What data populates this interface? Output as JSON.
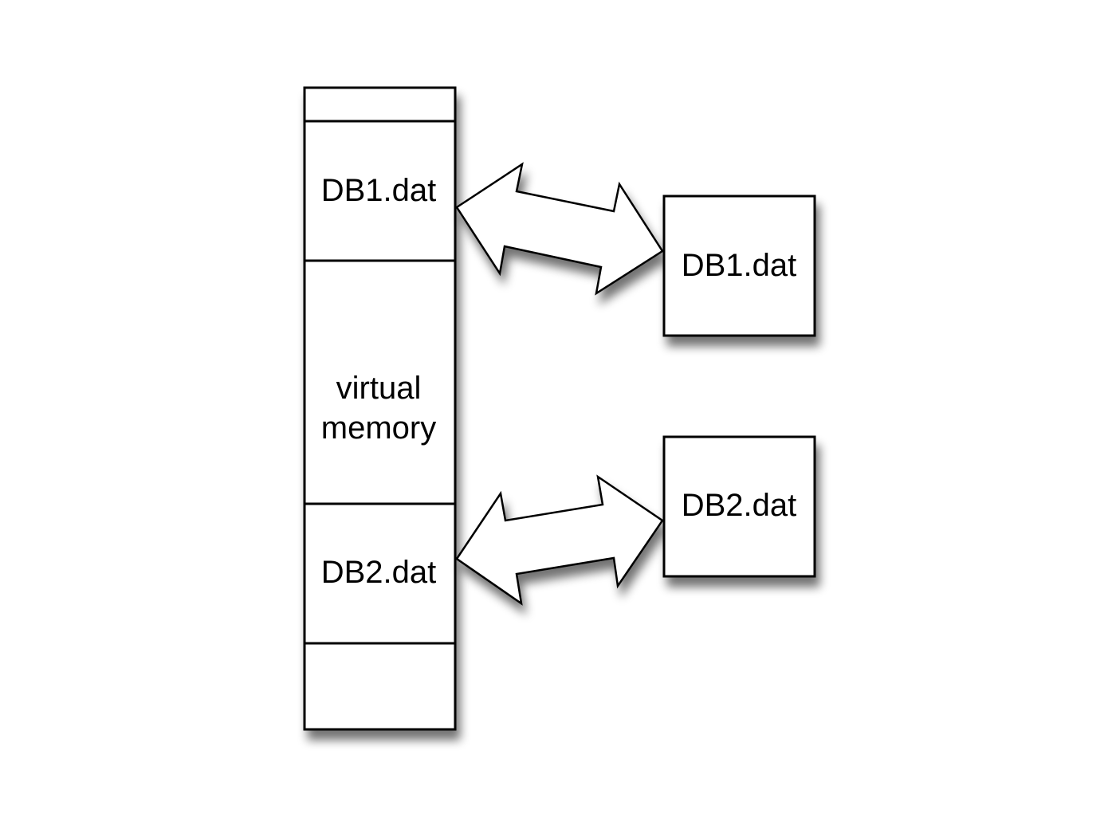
{
  "memory_column": {
    "segments": [
      {
        "label": ""
      },
      {
        "label": "DB1.dat"
      },
      {
        "label": "virtual",
        "label_line2": "memory"
      },
      {
        "label": "DB2.dat"
      },
      {
        "label": ""
      }
    ]
  },
  "files": [
    {
      "label": "DB1.dat"
    },
    {
      "label": "DB2.dat"
    }
  ],
  "colors": {
    "stroke": "#000000",
    "fill": "#ffffff"
  }
}
